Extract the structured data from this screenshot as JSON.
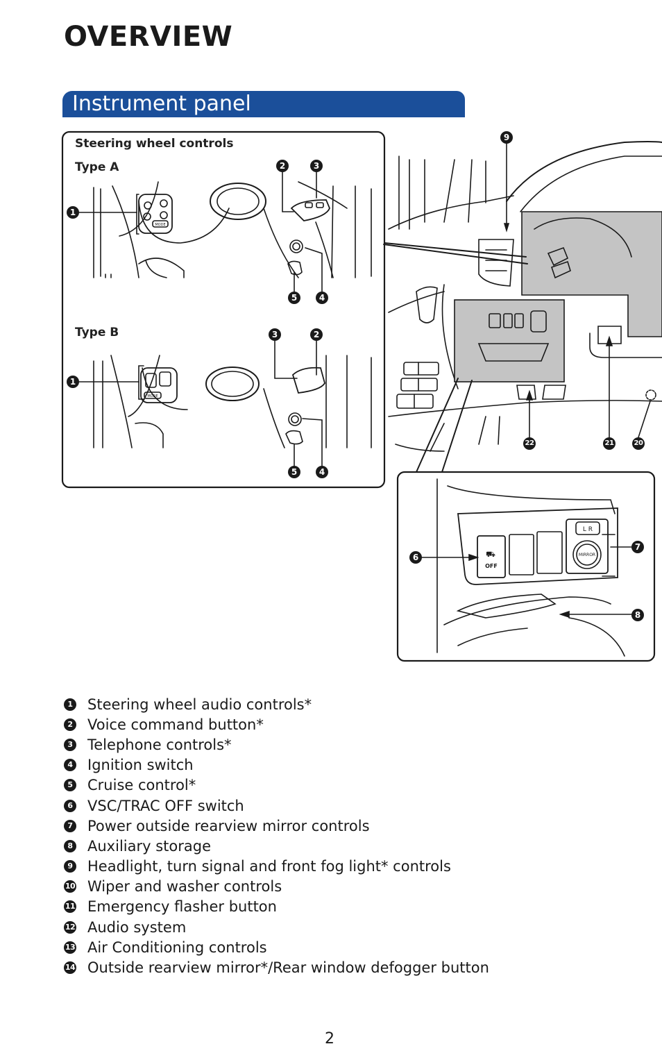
{
  "page_title": "OVERVIEW",
  "section_header": "Instrument panel",
  "inset": {
    "title": "Steering wheel controls",
    "type_a_label": "Type A",
    "type_b_label": "Type B"
  },
  "callouts": {
    "a1": "1",
    "a2": "2",
    "a3": "3",
    "a4": "4",
    "a5": "5",
    "b1": "1",
    "b2": "2",
    "b3": "3",
    "b4": "4",
    "b5": "5",
    "c6": "6",
    "c7": "7",
    "c8": "8",
    "c9": "9",
    "c20": "20",
    "c21": "21",
    "c22": "22"
  },
  "diagram_text": {
    "mode": "MODE",
    "mirror": "MIRROR",
    "mirror_lr": "L  R",
    "off": "OFF"
  },
  "legend": [
    {
      "num": "1",
      "text": "Steering wheel audio controls*"
    },
    {
      "num": "2",
      "text": "Voice command button*"
    },
    {
      "num": "3",
      "text": "Telephone controls*"
    },
    {
      "num": "4",
      "text": "Ignition switch"
    },
    {
      "num": "5",
      "text": "Cruise control*"
    },
    {
      "num": "6",
      "text": "VSC/TRAC OFF switch"
    },
    {
      "num": "7",
      "text": "Power outside rearview mirror controls"
    },
    {
      "num": "8",
      "text": "Auxiliary storage"
    },
    {
      "num": "9",
      "text": "Headlight, turn signal and front fog light* controls"
    },
    {
      "num": "10",
      "text": "Wiper and washer controls"
    },
    {
      "num": "11",
      "text": "Emergency flasher button"
    },
    {
      "num": "12",
      "text": "Audio system"
    },
    {
      "num": "13",
      "text": "Air Conditioning controls"
    },
    {
      "num": "14",
      "text": "Outside rearview mirror*/Rear window defogger button"
    }
  ],
  "page_number": "2",
  "colors": {
    "header_blue": "#1b4f9a",
    "line": "#1a1a1a",
    "highlight_gray": "#c4c4c4"
  }
}
